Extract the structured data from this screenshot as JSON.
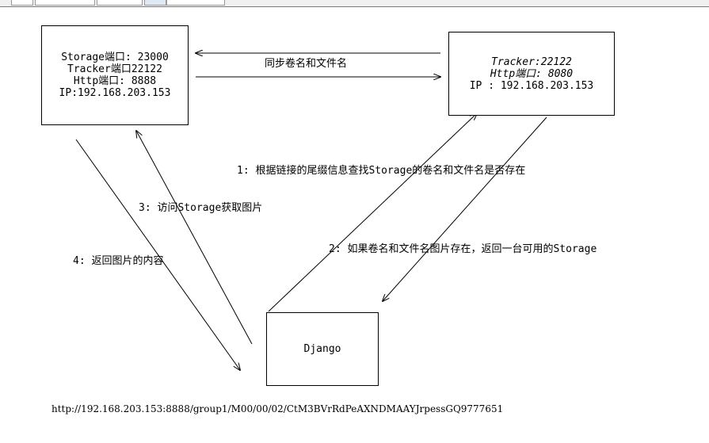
{
  "storage": {
    "lines": [
      "Storage端口: 23000",
      "Tracker端口22122",
      "Http端口: 8888",
      "IP:192.168.203.153"
    ]
  },
  "tracker": {
    "lines": [
      "Tracker:22122",
      "Http端口: 8080",
      "IP : 192.168.203.153"
    ]
  },
  "django": {
    "label": "Django"
  },
  "arrows": {
    "sync_label": "同步卷名和文件名",
    "step1": "1: 根据链接的尾缀信息查找Storage的卷名和文件名是否存在",
    "step2": "2:  如果卷名和文件名图片存在，返回一台可用的Storage",
    "step3": "3: 访问Storage获取图片",
    "step4": "4: 返回图片的内容"
  },
  "url": "http://192.168.203.153:8888/group1/M00/00/02/CtM3BVrRdPeAXNDMAAYJrpessGQ9777651"
}
